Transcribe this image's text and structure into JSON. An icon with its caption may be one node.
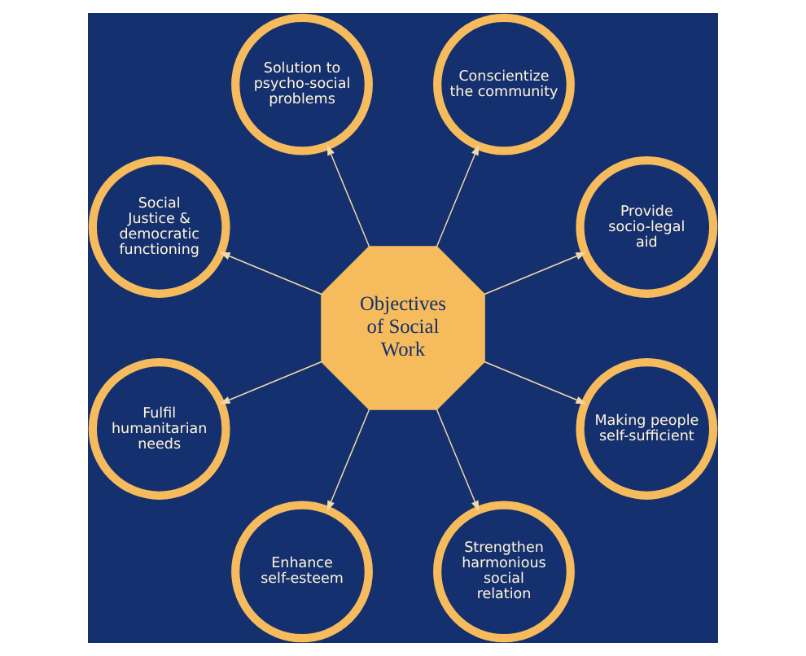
{
  "diagram": {
    "nodes": [
      {
        "text": [
          "Provide socio-legal aid"
        ]
      },
      {
        "text": [
          "Conscientize the community"
        ]
      },
      {
        "text": [
          "Solution to psycho-social problems"
        ]
      },
      {
        "text": [
          "Social Justice & democratic functioning"
        ]
      },
      {
        "text": [
          "Objectives of Social Work"
        ]
      },
      {
        "text": [
          "Fulfil humanitarian needs"
        ]
      },
      {
        "text": [
          "Enhance self-esteem"
        ]
      },
      {
        "text": [
          "Strengthen harmonious social relation"
        ]
      },
      {
        "text": [
          "Making people self-sufficient"
        ]
      }
    ],
    "edges": [
      {
        "from": 4,
        "to": 0,
        "arrow": "to"
      },
      {
        "from": 4,
        "to": 1,
        "arrow": "to"
      },
      {
        "from": 4,
        "to": 2,
        "arrow": "to"
      },
      {
        "from": 4,
        "to": 3,
        "arrow": "to"
      },
      {
        "from": 4,
        "to": 5,
        "arrow": "to"
      },
      {
        "from": 4,
        "to": 6,
        "arrow": "to"
      },
      {
        "from": 4,
        "to": 7,
        "arrow": "to"
      },
      {
        "from": 4,
        "to": 8,
        "arrow": "to"
      }
    ]
  }
}
